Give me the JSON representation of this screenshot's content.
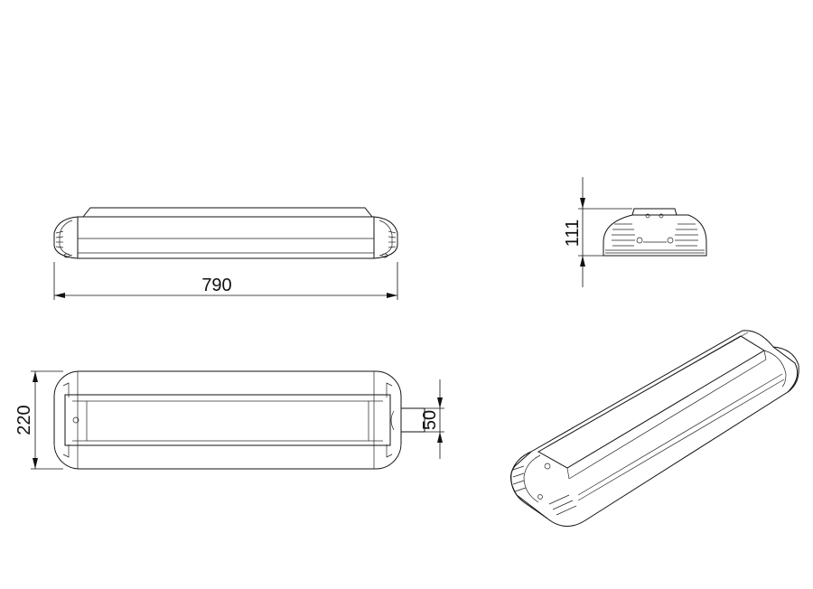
{
  "drawing": {
    "dimensions": {
      "length": "790",
      "width": "220",
      "height": "111",
      "mount_offset": "50"
    },
    "colors": {
      "line": "#111111",
      "background": "#ffffff"
    }
  }
}
